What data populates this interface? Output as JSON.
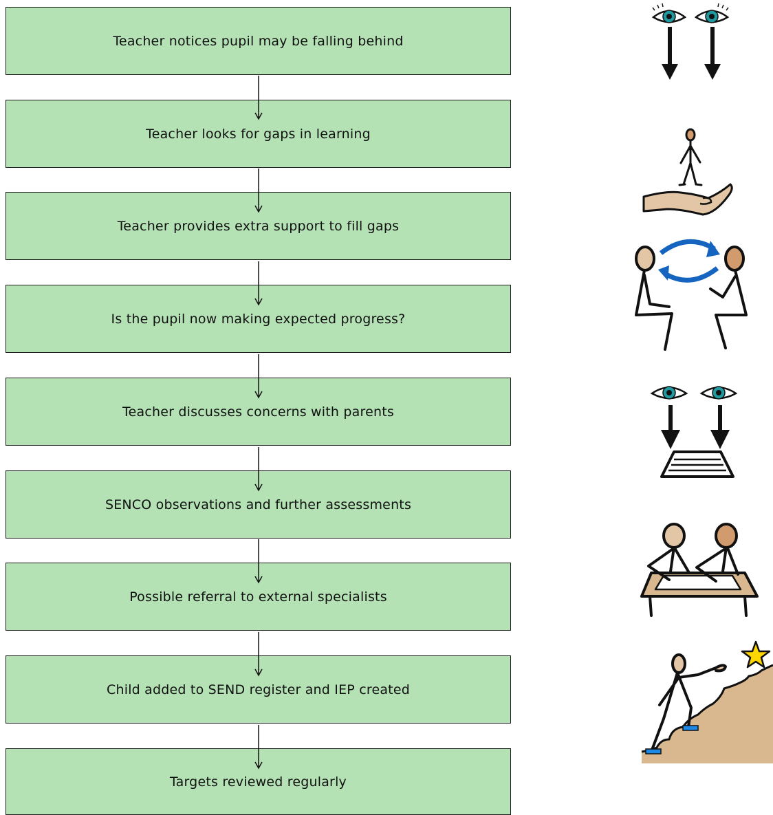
{
  "flowchart": {
    "steps": [
      {
        "label": "Teacher notices pupil may be falling behind"
      },
      {
        "label": "Teacher looks for gaps in learning"
      },
      {
        "label": "Teacher provides extra support to fill gaps"
      },
      {
        "label": "Is the pupil now making expected progress?"
      },
      {
        "label": "Teacher discusses concerns with parents"
      },
      {
        "label": "SENCO observations and further assessments"
      },
      {
        "label": "Possible referral to external specialists"
      },
      {
        "label": "Child added to SEND register and IEP created"
      },
      {
        "label": "Targets reviewed regularly"
      }
    ]
  },
  "symbols": [
    {
      "icon": "eyes-looking-down-icon"
    },
    {
      "icon": "person-in-hand-icon"
    },
    {
      "icon": "two-people-exchange-icon"
    },
    {
      "icon": "eyes-on-paper-icon"
    },
    {
      "icon": "people-writing-at-table-icon"
    },
    {
      "icon": "climbing-to-star-icon"
    }
  ],
  "colors": {
    "box_fill": "#b4e2b5",
    "box_border": "#1a1a1a",
    "exchange_arrows": "#1565c0",
    "star": "#ffd600",
    "skin_light": "#e2c6a6",
    "skin_dark": "#d29b6e",
    "hill": "#d9b88f",
    "eye_iris": "#1e9aa0"
  }
}
